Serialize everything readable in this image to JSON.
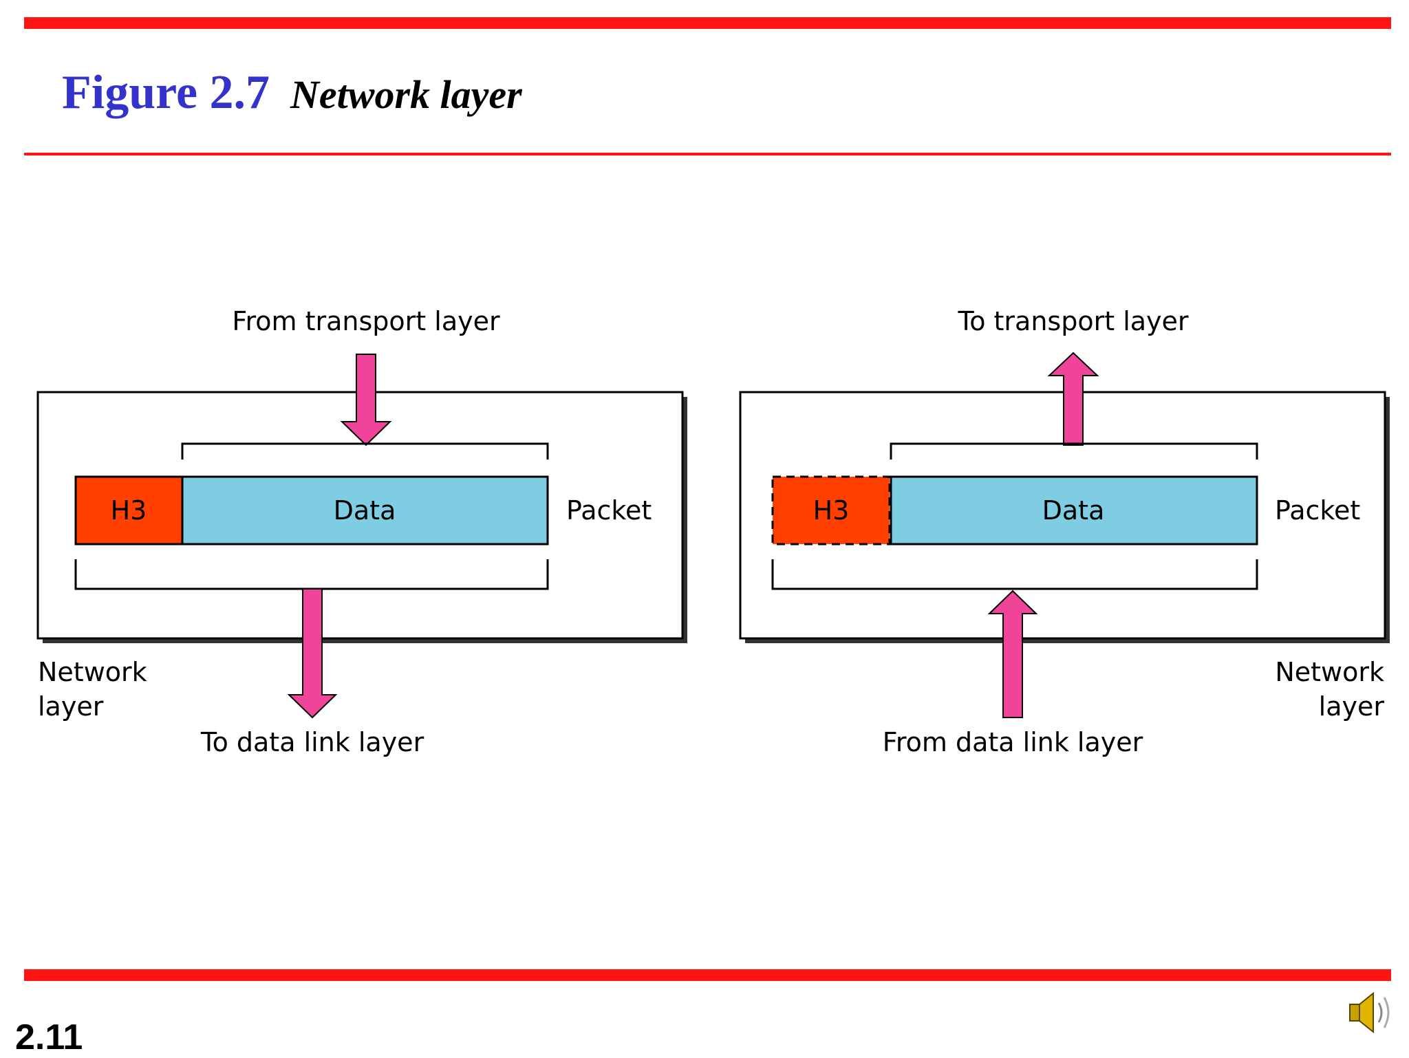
{
  "title": {
    "figure_number": "Figure 2.7",
    "caption": "Network layer"
  },
  "sender": {
    "top_label": "From transport layer",
    "bottom_label": "To data link layer",
    "layer_label_line1": "Network",
    "layer_label_line2": "layer",
    "header_label": "H3",
    "data_label": "Data",
    "packet_label": "Packet"
  },
  "receiver": {
    "top_label": "To transport layer",
    "bottom_label": "From data link layer",
    "layer_label_line1": "Network",
    "layer_label_line2": "layer",
    "header_label": "H3",
    "data_label": "Data",
    "packet_label": "Packet"
  },
  "footer": {
    "page_number": "2.11",
    "audio_icon": "speaker-icon"
  },
  "colors": {
    "rule": "#ff1414",
    "title_figure": "#3333cc",
    "header_fill": "#ff4000",
    "data_fill": "#7ecde3",
    "arrow_fill": "#f0449a"
  }
}
